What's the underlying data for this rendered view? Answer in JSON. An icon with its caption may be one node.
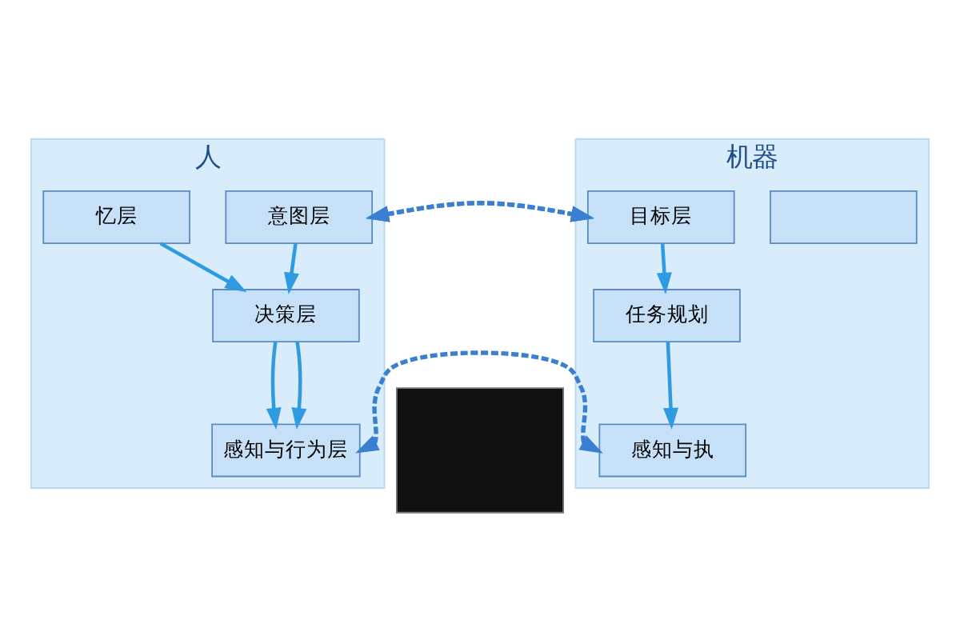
{
  "diagram": {
    "nodes": [
      {
        "text": [
          "人"
        ]
      },
      {
        "text": [
          "忆层"
        ],
        "in": 0
      },
      {
        "text": [
          "意图层"
        ],
        "in": 0
      },
      {
        "text": [
          "决策层"
        ],
        "in": 0
      },
      {
        "text": [
          "感知与行为层"
        ],
        "in": 0
      },
      {
        "text": [],
        "shape": "box"
      },
      {
        "text": [
          "机器"
        ]
      },
      {
        "text": [
          "目标层"
        ],
        "in": 6
      },
      {
        "text": [],
        "shape": "box",
        "in": 6
      },
      {
        "text": [
          "任务规划"
        ],
        "in": 6
      },
      {
        "text": [
          "感知与执"
        ],
        "in": 6
      }
    ],
    "edges": [
      {
        "from": 1,
        "to": 3,
        "arrow": "to"
      },
      {
        "from": 2,
        "to": 3,
        "arrow": "to"
      },
      {
        "from": 3,
        "to": 4,
        "arrow": "to"
      },
      {
        "from": 3,
        "to": 4,
        "arrow": "to"
      },
      {
        "from": 2,
        "to": 7,
        "arrow": "both",
        "style": "dashed"
      },
      {
        "from": 4,
        "to": 10,
        "arrow": "both",
        "style": "dashed"
      },
      {
        "from": 7,
        "to": 9,
        "arrow": "to"
      },
      {
        "from": 9,
        "to": 10,
        "arrow": "to"
      }
    ]
  }
}
